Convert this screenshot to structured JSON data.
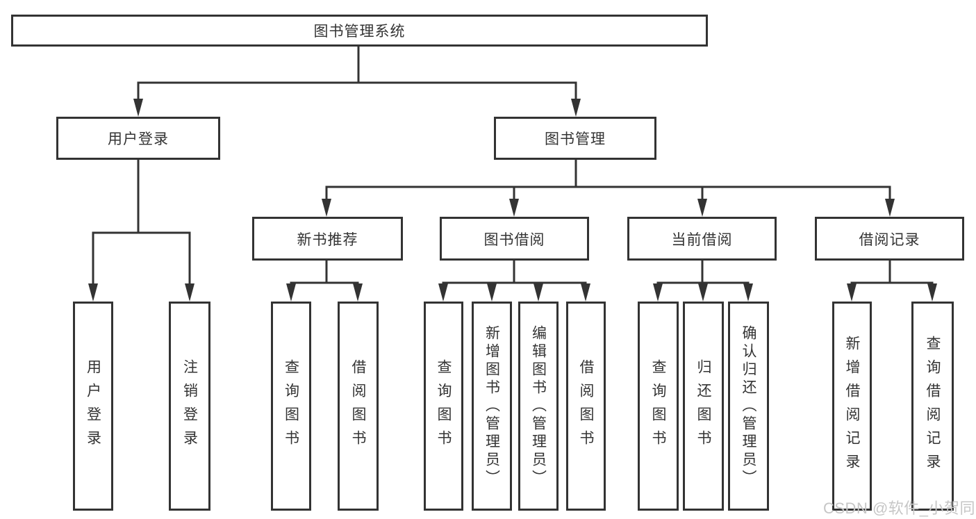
{
  "colors": {
    "line": "#333333",
    "text": "#333333",
    "box_background": "#ffffff",
    "watermark": "#c6c6c6"
  },
  "nodes": {
    "root": "图书管理系统",
    "user_login": "用户登录",
    "book_mgmt": "图书管理",
    "new_books": "新书推荐",
    "book_borrow": "图书借阅",
    "current_borrow": "当前借阅",
    "borrow_records": "借阅记录",
    "leaf_user_login": "用户登录",
    "leaf_logout": "注销登录",
    "nb_query": "查询图书",
    "nb_borrow": "借阅图书",
    "bb_query": "查询图书",
    "bb_add": "新增图书（管理员）",
    "bb_edit": "编辑图书（管理员）",
    "bb_borrow": "借阅图书",
    "cb_query": "查询图书",
    "cb_return": "归还图书",
    "cb_confirm": "确认归还（管理员）",
    "br_add": "新增借阅记录",
    "br_query": "查询借阅记录"
  },
  "hierarchy": {
    "图书管理系统": [
      "用户登录",
      "图书管理"
    ],
    "用户登录": [
      "用户登录",
      "注销登录"
    ],
    "图书管理": [
      "新书推荐",
      "图书借阅",
      "当前借阅",
      "借阅记录"
    ],
    "新书推荐": [
      "查询图书",
      "借阅图书"
    ],
    "图书借阅": [
      "查询图书",
      "新增图书（管理员）",
      "编辑图书（管理员）",
      "借阅图书"
    ],
    "当前借阅": [
      "查询图书",
      "归还图书",
      "确认归还（管理员）"
    ],
    "借阅记录": [
      "新增借阅记录",
      "查询借阅记录"
    ]
  },
  "watermark": "CSDN @软件_小贺同学"
}
